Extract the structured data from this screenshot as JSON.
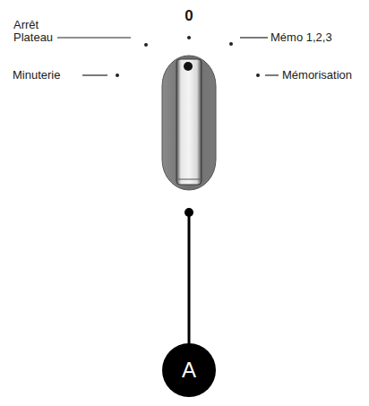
{
  "diagram": {
    "nodes": [
      {
        "text": [
          "A"
        ]
      }
    ],
    "labels": [
      "Arrêt Plateau",
      "0",
      "Mémo 1,2,3",
      "Minuterie",
      "Mémorisation"
    ]
  }
}
